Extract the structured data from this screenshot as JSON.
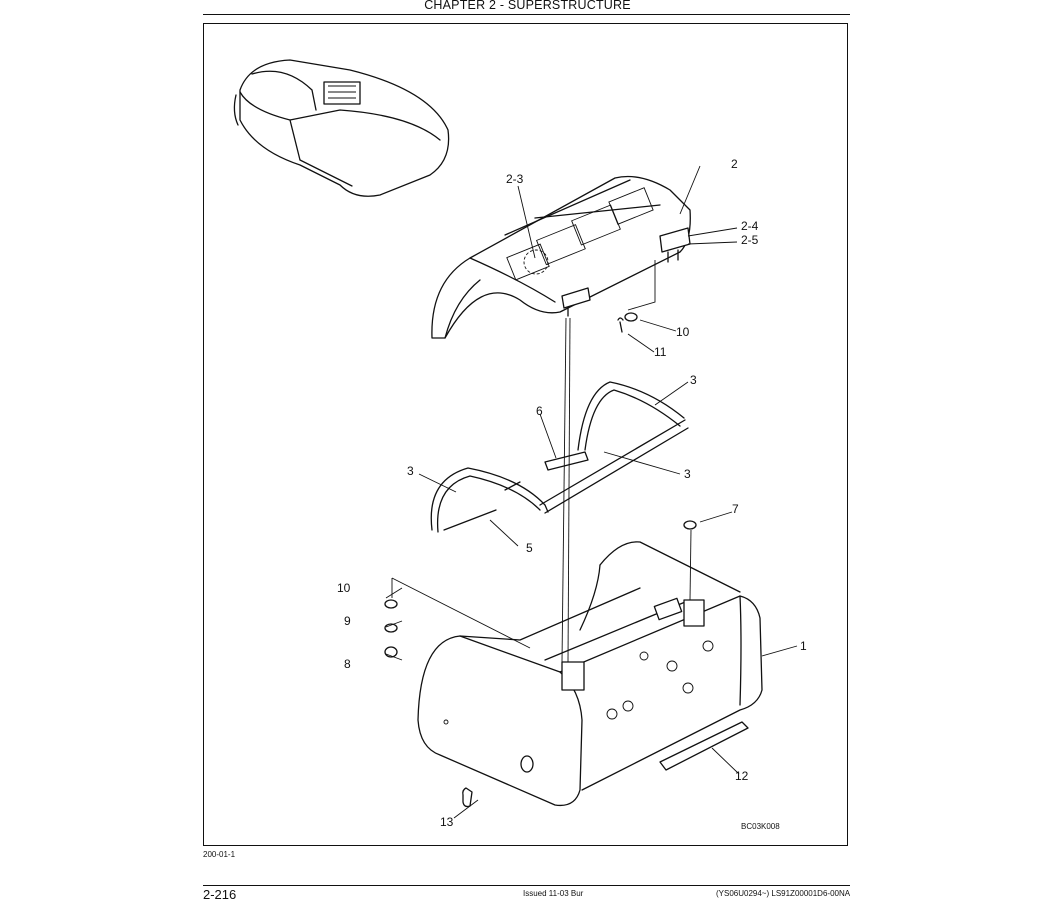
{
  "header": {
    "chapter_title": "CHAPTER 2 - SUPERSTRUCTURE"
  },
  "diagram": {
    "illustration_code": "BC03K008",
    "figure_ref": "200-01-1",
    "callouts": {
      "c1": "1",
      "c2": "2",
      "c2_3": "2-3",
      "c2_4": "2-4",
      "c2_5": "2-5",
      "c3a": "3",
      "c3b": "3",
      "c3c": "3",
      "c5": "5",
      "c6": "6",
      "c7": "7",
      "c8": "8",
      "c9": "9",
      "c10a": "10",
      "c10b": "10",
      "c11": "11",
      "c12": "12",
      "c13": "13"
    }
  },
  "footer": {
    "page_number": "2-216",
    "issue": "Issued 11-03   Bur",
    "doc_code": "(YS06U0294~)   LS91Z00001D6-00NA"
  }
}
